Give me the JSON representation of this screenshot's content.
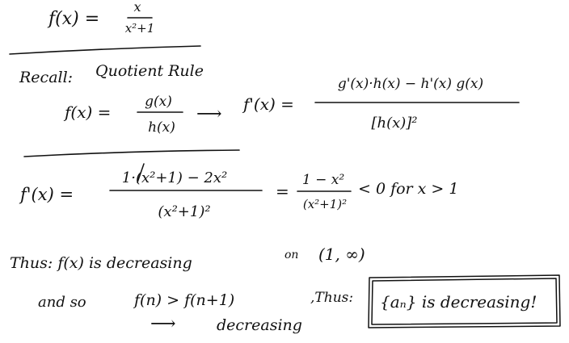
{
  "notes": {
    "definition": {
      "lhs": "f(x) =",
      "num": "x",
      "den": "x²+1"
    },
    "recall": {
      "label": "Recall:",
      "title": "Quotient Rule",
      "f_lhs": "f(x) =",
      "f_num": "g(x)",
      "f_den": "h(x)",
      "arrow": "⟶",
      "fp_lhs": "f'(x) =",
      "fp_num": "g'(x)·h(x) − h'(x) g(x)",
      "fp_den": "[h(x)]²"
    },
    "derivative": {
      "lhs": "f'(x) =",
      "num": "1·(x²+1) − 2x²",
      "den": "(x²+1)²",
      "eq": "=",
      "simp_num": "1 − x²",
      "simp_den": "(x²+1)²",
      "conclusion": "< 0   for  x > 1"
    },
    "thus": {
      "line1": "Thus:  f(x)  is  decreasing",
      "interval_on": "on",
      "interval": "(1, ∞)",
      "and_so": "and  so",
      "ineq": "f(n) > f(n+1)",
      "thus2": ",Thus:",
      "boxed": "{aₙ}  is  decreasing!",
      "arrow": "⟶",
      "decreasing": "decreasing"
    }
  }
}
